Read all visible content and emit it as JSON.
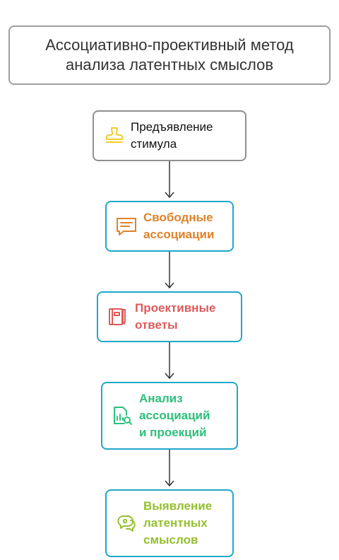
{
  "title": {
    "line1": "Ассоциативно-проективный метод",
    "line2": "анализа латентных смыслов"
  },
  "nodes": [
    {
      "line1": "Предъявление",
      "line2": "стимула",
      "icon": "stamp-icon",
      "color": "#f2cc2a"
    },
    {
      "line1": "Свободные",
      "line2": "ассоциации",
      "icon": "comment-icon",
      "color": "#e0822a"
    },
    {
      "line1": "Проективные",
      "line2": "ответы",
      "icon": "notebook-pencil-icon",
      "color": "#dd5a5a"
    },
    {
      "line1": "Анализ",
      "line2": "ассоциаций",
      "line3": "и проекций",
      "icon": "report-search-icon",
      "color": "#2fbf7c"
    },
    {
      "line1": "Выявление",
      "line2": "латентных",
      "line3": "смыслов",
      "icon": "chat-bubbles-icon",
      "color": "#95bf2f"
    }
  ],
  "colors": {
    "node_border": "#1fa7c9",
    "arrow": "#333333",
    "title_border": "#9e9e9e"
  }
}
